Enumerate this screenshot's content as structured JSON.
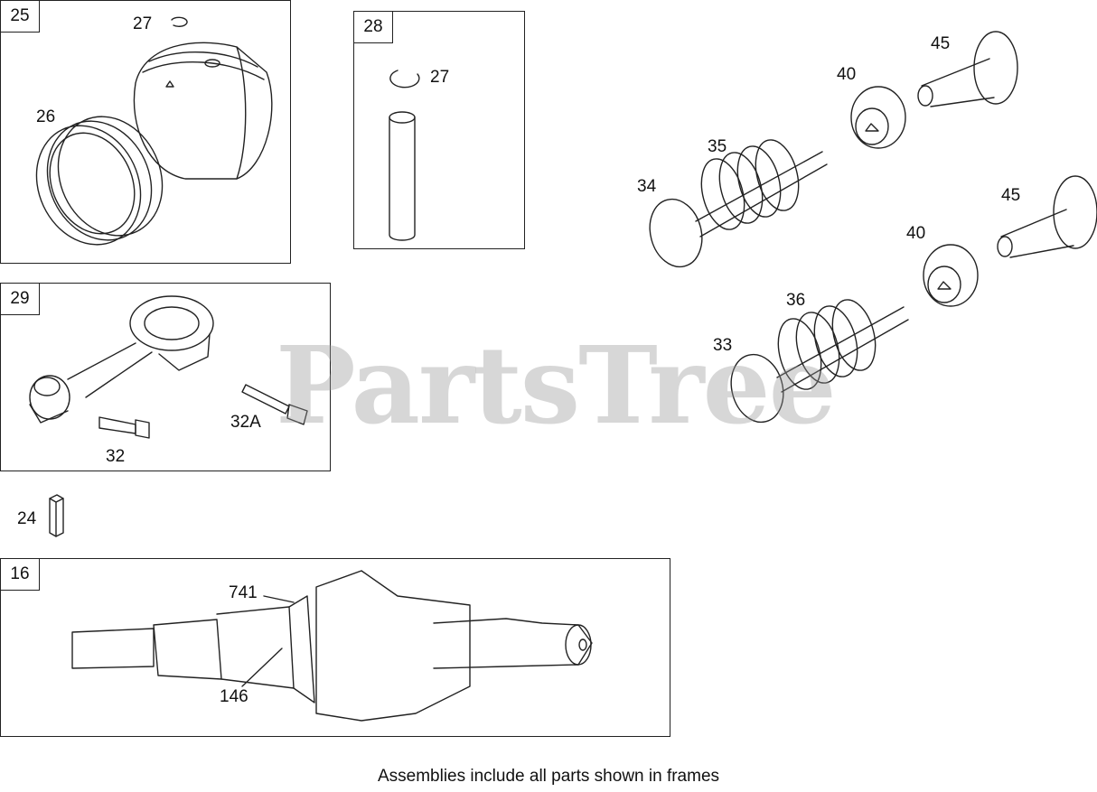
{
  "frames": {
    "f25": "25",
    "f28": "28",
    "f29": "29",
    "f16": "16"
  },
  "labels": {
    "l27a": "27",
    "l26": "26",
    "l27b": "27",
    "l45a": "45",
    "l40a": "40",
    "l35": "35",
    "l34": "34",
    "l45b": "45",
    "l40b": "40",
    "l36": "36",
    "l33": "33",
    "l32a": "32A",
    "l32": "32",
    "l24": "24",
    "l741": "741",
    "l146": "146"
  },
  "watermark": "PartsTree",
  "caption": "Assemblies include all parts shown in frames",
  "colors": {
    "line": "#222222",
    "watermark": "#969696"
  }
}
